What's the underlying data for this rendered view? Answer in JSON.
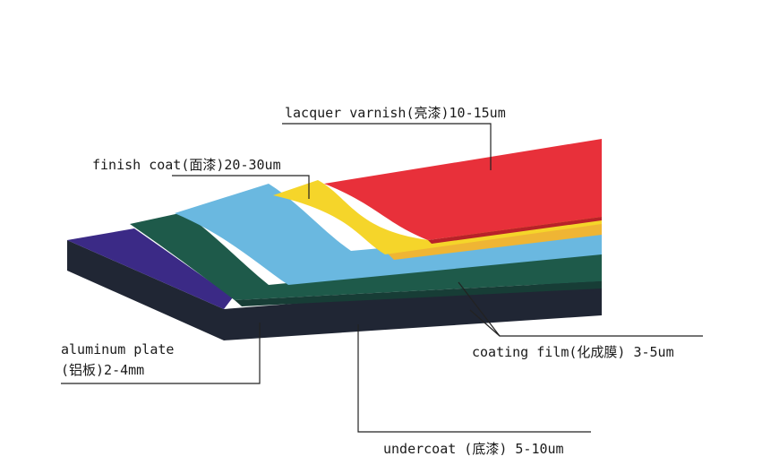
{
  "labels": {
    "lacquer": "lacquer varnish(亮漆)10-15um",
    "finish": "finish coat(面漆)20-30um",
    "aluminum_line1": "aluminum plate",
    "aluminum_line2": "(铝板)2-4mm",
    "coating_film": "coating film(化成膜) 3-5um",
    "undercoat": "undercoat (底漆) 5-10um"
  },
  "colors": {
    "lacquer_red": "#e8303a",
    "finish_yellow": "#f5d52a",
    "finish_orange": "#efb534",
    "undercoat_blue": "#6ab8e0",
    "coating_green": "#1e5a4a",
    "aluminum_top": "#3b2a86",
    "aluminum_side": "#202634",
    "leader_line": "#222222"
  }
}
